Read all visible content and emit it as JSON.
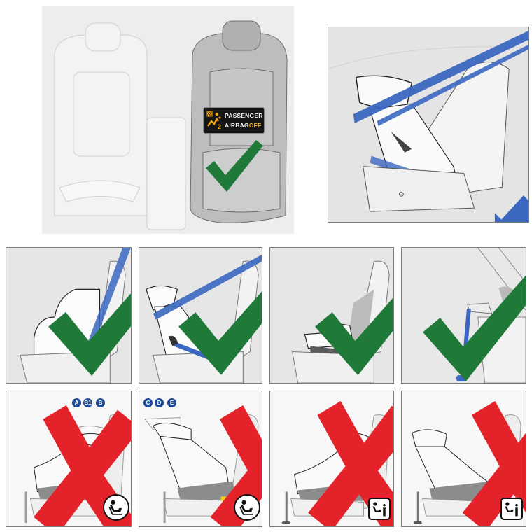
{
  "hero": {
    "badge": {
      "line1": "PASSENGER",
      "line2_a": "AIRBAG",
      "line2_b": "OFF",
      "icon": "airbag-off-icon",
      "seat_number": "2",
      "text_color": "#f2f2f2",
      "off_color": "#f3a80b"
    },
    "status_icon": "checkmark-icon",
    "status": "ok"
  },
  "warning_panel": {
    "arrow_icons": [
      "arrow-right-icon",
      "arrow-up-icon"
    ],
    "warning_icon": "warning-triangle-icon",
    "belt_color": "#3b67c0"
  },
  "row_ok": [
    {
      "id": "belted-forward-seat",
      "status": "ok",
      "icon": "checkmark-icon"
    },
    {
      "id": "belted-high-back-booster",
      "status": "ok",
      "icon": "checkmark-icon"
    },
    {
      "id": "booster-cushion",
      "status": "ok",
      "icon": "checkmark-icon"
    },
    {
      "id": "support-leg",
      "status": "ok",
      "icon": "checkmark-icon"
    }
  ],
  "row_not_ok": [
    {
      "id": "isofix-size-a-b1-b",
      "status": "not-ok",
      "icon": "cross-icon",
      "labels": [
        "A",
        "B1",
        "B"
      ],
      "badge": "isofix-icon"
    },
    {
      "id": "isofix-size-c-d-e",
      "status": "not-ok",
      "icon": "cross-icon",
      "labels": [
        "C",
        "D",
        "E"
      ],
      "badge": "isofix-icon"
    },
    {
      "id": "i-size-forward",
      "status": "not-ok",
      "icon": "cross-icon",
      "labels": [],
      "badge": "i-size-icon"
    },
    {
      "id": "i-size-rearward",
      "status": "not-ok",
      "icon": "cross-icon",
      "labels": [],
      "badge": "i-size-icon"
    }
  ],
  "colors": {
    "check_green": "#1f7a3a",
    "cross_red": "#e42229",
    "label_blue": "#1f4a95",
    "belt_blue": "#3b67c0",
    "warning_red": "#e42229"
  }
}
